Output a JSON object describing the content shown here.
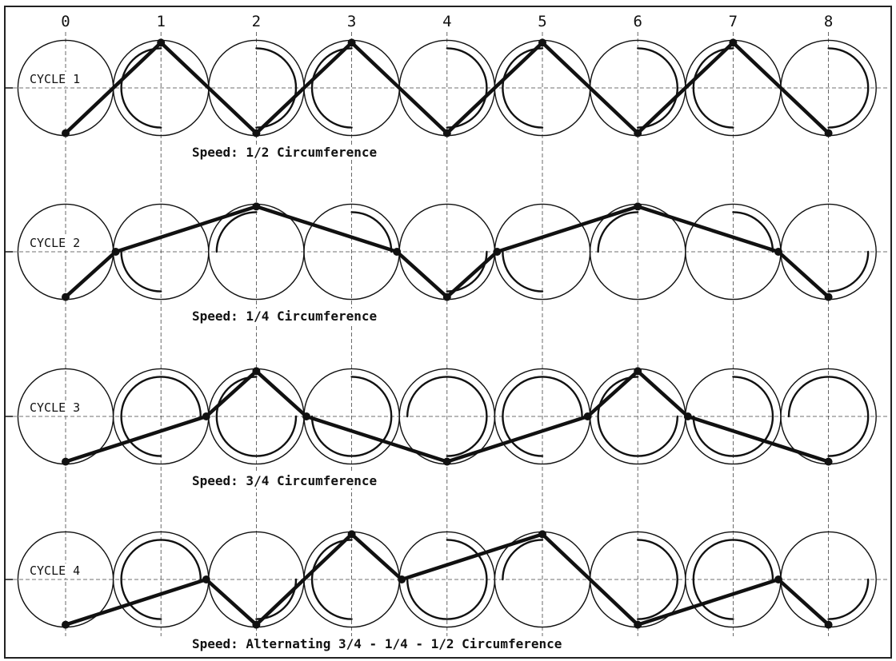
{
  "column_labels": [
    "0",
    "1",
    "2",
    "3",
    "4",
    "5",
    "6",
    "7",
    "8"
  ],
  "cycles": [
    {
      "label": "CYCLE 1",
      "speed_text": "Speed: 1/2 Circumference",
      "path_positions": [
        "bottom",
        "top",
        "bottom",
        "top",
        "bottom",
        "top",
        "bottom",
        "top",
        "bottom"
      ]
    },
    {
      "label": "CYCLE 2",
      "speed_text": "Speed: 1/4 Circumference",
      "path_positions": [
        "bottom",
        "left",
        "top",
        "right",
        "bottom",
        "left",
        "top",
        "right",
        "bottom"
      ]
    },
    {
      "label": "CYCLE 3",
      "speed_text": "Speed: 3/4 Circumference",
      "path_positions": [
        "bottom",
        "right",
        "top",
        "left",
        "bottom",
        "right",
        "top",
        "left",
        "bottom"
      ]
    },
    {
      "label": "CYCLE 4",
      "speed_text": "Speed: Alternating 3/4 - 1/4 - 1/2 Circumference",
      "path_positions": [
        "bottom",
        "right",
        "bottom",
        "top",
        "left",
        "top",
        "bottom",
        "right",
        "bottom"
      ]
    }
  ],
  "colors": {
    "ink": "#111111",
    "grid": "#444444",
    "background": "#ffffff"
  }
}
